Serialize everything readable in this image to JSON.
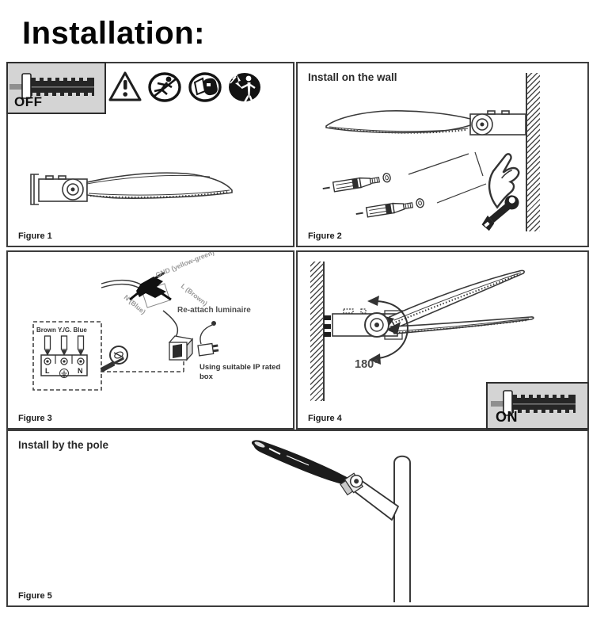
{
  "title": "Installation:",
  "colors": {
    "line": "#3a3a3a",
    "inset_background": "#d4d4d4",
    "wire_label_gray": "#999999",
    "dark_fill": "#1c1c1c"
  },
  "icons": {
    "warning": "warning-triangle-icon",
    "slip_hazard": "no-slip-fall-icon",
    "no_touch": "no-touch-cover-icon",
    "electric_shock": "electric-shock-icon",
    "wrench": "wrench-icon",
    "screwdriver": "screwdriver-screw-icon",
    "hand": "pointing-hand-icon"
  },
  "panels": {
    "fig1": {
      "caption": "Figure 1",
      "breaker_switch": "OFF"
    },
    "fig2": {
      "caption": "Figure 2",
      "header": "Install on the wall"
    },
    "fig3": {
      "caption": "Figure 3",
      "reattach_note": "Re-attach luminaire",
      "wire_gnd": "GND (yellow-green)",
      "wire_live": "L (Brown)",
      "wire_neutral": "N (Blue)",
      "terminal_header": "Brown Y./G. Blue",
      "terminal_live": "L",
      "terminal_neutral": "N",
      "ip_box_note": "Using suitable IP rated box"
    },
    "fig4": {
      "caption": "Figure 4",
      "rotation_angle": "180°",
      "breaker_switch": "ON"
    },
    "fig5": {
      "caption": "Figure 5",
      "header": "Install by the pole"
    }
  }
}
